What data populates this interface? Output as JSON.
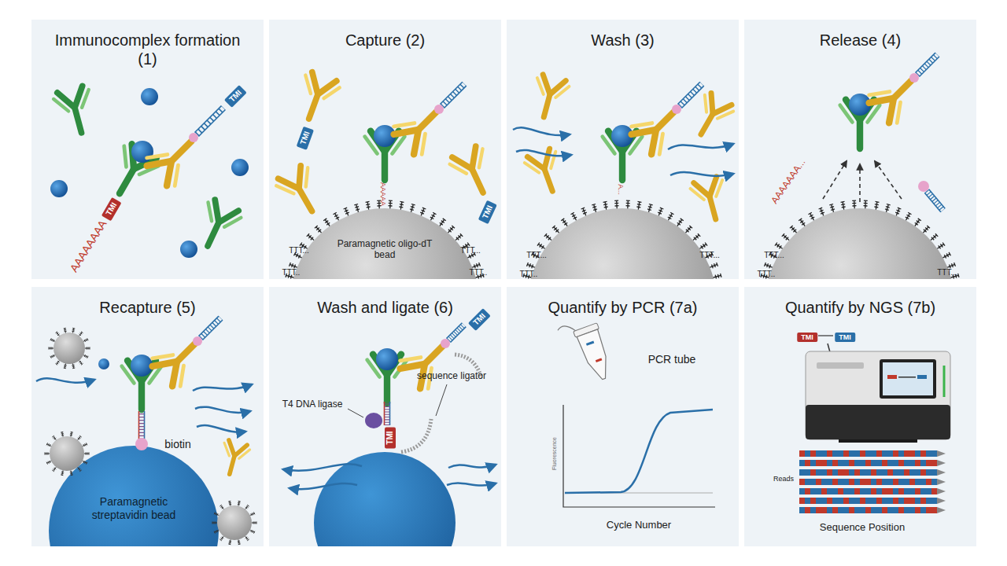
{
  "diagram": {
    "nodes": [
      {
        "text": [
          "Immunocomplex formation (1)"
        ]
      },
      {
        "text": [
          "Capture (2)"
        ]
      },
      {
        "text": [
          "Paramagnetic oligo-dT bead"
        ],
        "in": 1
      },
      {
        "text": [
          "Wash (3)"
        ]
      },
      {
        "text": [
          "Release (4)"
        ]
      },
      {
        "text": [
          "Recapture (5)"
        ]
      },
      {
        "text": [
          "Paramagnetic streptavidin bead"
        ],
        "in": 5
      },
      {
        "text": [
          "Wash and ligate (6)"
        ]
      },
      {
        "text": [
          "Quantify by PCR (7a)"
        ]
      },
      {
        "text": [
          "Quantify by NGS (7b)"
        ]
      }
    ],
    "labels": [
      "TMI",
      "AAAAAAAA",
      "TMI",
      "TMI",
      "TMI",
      "AAAAA",
      "TTT...",
      "TTT...",
      "TTT..",
      "TTT..",
      "A...",
      "TTT...",
      "TTT..",
      "TTT...",
      "AAAAAAA...",
      "TTT...",
      "TTT..",
      "TTT...",
      "biotin",
      "T4 DNA ligase",
      "TMI",
      "sequence ligator",
      "TMI",
      "PCR tube",
      "Fluorescence",
      "Cycle Number",
      "TMI",
      "TMI",
      "Reads",
      "Sequence Position"
    ]
  }
}
